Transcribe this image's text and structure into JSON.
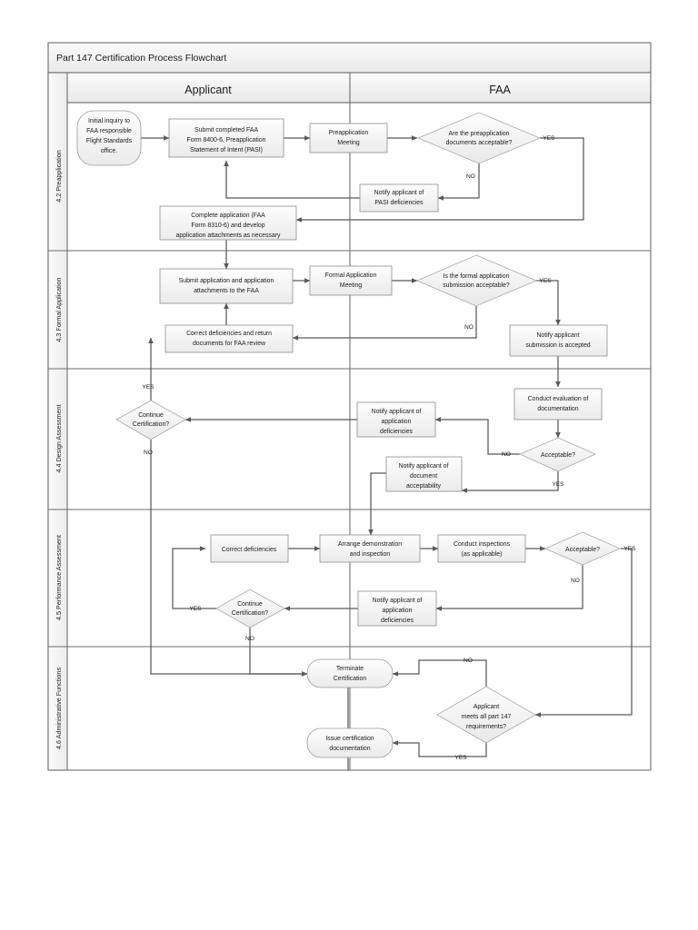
{
  "title": "Part 147 Certification Process Flowchart",
  "columns": [
    {
      "id": "applicant",
      "label": "Applicant"
    },
    {
      "id": "faa",
      "label": "FAA"
    }
  ],
  "lanes": [
    {
      "id": "preapplication",
      "label": "4.2 Preapplication"
    },
    {
      "id": "formal-application",
      "label": "4.3 Formal Application"
    },
    {
      "id": "design-assessment",
      "label": "4.4 Design Assessment"
    },
    {
      "id": "performance-assessment",
      "label": "4.5 Performance Assessment"
    },
    {
      "id": "administrative-functions",
      "label": "4.6 Administrative Functions"
    }
  ],
  "nodes": [
    {
      "id": "initial-inquiry",
      "shape": "terminator",
      "lane": "preapplication",
      "column": "applicant",
      "lines": [
        "Initial inquiry to",
        "FAA responsible",
        "Flight Standards",
        "office."
      ]
    },
    {
      "id": "submit-pasi",
      "shape": "process",
      "lane": "preapplication",
      "column": "applicant",
      "lines": [
        "Submit completed FAA",
        "Form 8400-6, Preapplication",
        "Statement of Intent (PASI)"
      ]
    },
    {
      "id": "preapplication-meeting",
      "shape": "process",
      "lane": "preapplication",
      "column": "faa",
      "lines": [
        "Preapplication",
        "Meeting"
      ]
    },
    {
      "id": "preapp-docs-acceptable",
      "shape": "decision",
      "lane": "preapplication",
      "column": "faa",
      "lines": [
        "Are the preapplication",
        "documents acceptable?"
      ]
    },
    {
      "id": "notify-pasi-deficiencies",
      "shape": "process",
      "lane": "preapplication",
      "column": "faa",
      "lines": [
        "Notify applicant of",
        "PASI deficiencies"
      ]
    },
    {
      "id": "complete-application",
      "shape": "process",
      "lane": "preapplication",
      "column": "applicant",
      "lines": [
        "Complete application (FAA",
        "Form 8310-6) and develop",
        "application attachments as necessary"
      ]
    },
    {
      "id": "submit-application",
      "shape": "process",
      "lane": "formal-application",
      "column": "applicant",
      "lines": [
        "Submit application and application",
        "attachments to the FAA"
      ]
    },
    {
      "id": "formal-application-meeting",
      "shape": "process",
      "lane": "formal-application",
      "column": "faa",
      "lines": [
        "Formal Application",
        "Meeting"
      ]
    },
    {
      "id": "formal-submission-acceptable",
      "shape": "decision",
      "lane": "formal-application",
      "column": "faa",
      "lines": [
        "Is the formal application",
        "submission acceptable?"
      ]
    },
    {
      "id": "correct-deficiencies-return",
      "shape": "process",
      "lane": "formal-application",
      "column": "applicant",
      "lines": [
        "Correct deficiencies and return",
        "documents for FAA review"
      ]
    },
    {
      "id": "notify-submission-accepted",
      "shape": "process",
      "lane": "formal-application",
      "column": "faa",
      "lines": [
        "Notify applicant",
        "submission is accepted"
      ]
    },
    {
      "id": "continue-certification-design",
      "shape": "decision",
      "lane": "design-assessment",
      "column": "applicant",
      "lines": [
        "Continue",
        "Certification?"
      ]
    },
    {
      "id": "conduct-evaluation",
      "shape": "process",
      "lane": "design-assessment",
      "column": "faa",
      "lines": [
        "Conduct evaluation of",
        "documentation"
      ]
    },
    {
      "id": "design-acceptable",
      "shape": "decision",
      "lane": "design-assessment",
      "column": "faa",
      "lines": [
        "Acceptable?"
      ]
    },
    {
      "id": "notify-application-deficiencies-design",
      "shape": "process",
      "lane": "design-assessment",
      "column": "faa",
      "lines": [
        "Notify applicant of",
        "application",
        "deficiencies"
      ]
    },
    {
      "id": "notify-document-acceptability",
      "shape": "process",
      "lane": "design-assessment",
      "column": "faa",
      "lines": [
        "Notify applicant of",
        "document",
        "acceptability"
      ]
    },
    {
      "id": "correct-deficiencies",
      "shape": "process",
      "lane": "performance-assessment",
      "column": "applicant",
      "lines": [
        "Correct deficiencies"
      ]
    },
    {
      "id": "arrange-demonstration",
      "shape": "process",
      "lane": "performance-assessment",
      "column": "applicant",
      "lines": [
        "Arrange demonstration",
        "and inspection"
      ]
    },
    {
      "id": "conduct-inspections",
      "shape": "process",
      "lane": "performance-assessment",
      "column": "faa",
      "lines": [
        "Conduct inspections",
        "(as applicable)"
      ]
    },
    {
      "id": "performance-acceptable",
      "shape": "decision",
      "lane": "performance-assessment",
      "column": "faa",
      "lines": [
        "Acceptable?"
      ]
    },
    {
      "id": "continue-certification-performance",
      "shape": "decision",
      "lane": "performance-assessment",
      "column": "applicant",
      "lines": [
        "Continue",
        "Certification?"
      ]
    },
    {
      "id": "notify-application-deficiencies-performance",
      "shape": "process",
      "lane": "performance-assessment",
      "column": "faa",
      "lines": [
        "Notify applicant of",
        "application",
        "deficiencies"
      ]
    },
    {
      "id": "terminate-certification",
      "shape": "terminator",
      "lane": "administrative-functions",
      "column": "faa",
      "lines": [
        "Terminate",
        "Certification"
      ]
    },
    {
      "id": "meets-part-147",
      "shape": "decision",
      "lane": "administrative-functions",
      "column": "faa",
      "lines": [
        "Applicant",
        "meets all part 147",
        "requirements?"
      ]
    },
    {
      "id": "issue-certification",
      "shape": "terminator",
      "lane": "administrative-functions",
      "column": "faa",
      "lines": [
        "Issue certification",
        "documentation"
      ]
    }
  ],
  "edge_labels": {
    "preapp_yes": "YES",
    "preapp_no": "NO",
    "formal_yes": "YES",
    "formal_no": "NO",
    "design_yes_continue": "YES",
    "design_no_continue": "NO",
    "design_acceptable_no": "NO",
    "design_acceptable_yes": "YES",
    "perf_acceptable_yes": "YES",
    "perf_acceptable_no": "NO",
    "perf_continue_yes": "YES",
    "perf_continue_no": "NO",
    "admin_no": "NO",
    "admin_yes": "YES"
  },
  "colors": {
    "line": "#595959",
    "node_stroke": "#8d8d8d",
    "lane_border": "#6e6e6e",
    "header_fill": "#efefef",
    "text": "#1b1b1b",
    "page_bg": "#ffffff"
  }
}
